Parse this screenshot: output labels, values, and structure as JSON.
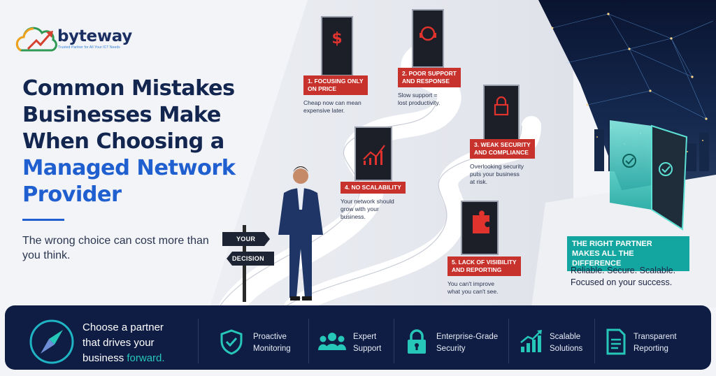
{
  "brand": {
    "name": "byteway",
    "tagline": "Trusted Partner for All Your ICT Needs",
    "colors": {
      "navy": "#122650",
      "blue": "#1f5fcf",
      "red": "#c8322c",
      "teal": "#13a6a0",
      "footer": "#0f1d44"
    }
  },
  "hero": {
    "headline_lines": [
      "Common Mistakes",
      "Businesses Make",
      "When Choosing a",
      "Managed Network",
      "Provider"
    ],
    "subtitle": "The wrong choice can cost more than you think."
  },
  "signpost": {
    "top": "YOUR",
    "bottom": "DECISION"
  },
  "mistakes": [
    {
      "tag_line1": "1. FOCUSING ONLY",
      "tag_line2": "ON PRICE",
      "desc_line1": "Cheap now can mean",
      "desc_line2": "expensive later.",
      "desc_line3": "",
      "icon": "dollar-icon"
    },
    {
      "tag_line1": "2. POOR SUPPORT",
      "tag_line2": "AND RESPONSE",
      "desc_line1": "Slow support =",
      "desc_line2": "lost productivity.",
      "desc_line3": "",
      "icon": "headset-icon"
    },
    {
      "tag_line1": "3. WEAK SECURITY",
      "tag_line2": "AND COMPLIANCE",
      "desc_line1": "Overlooking security",
      "desc_line2": "puts your business",
      "desc_line3": "at risk.",
      "icon": "lock-icon"
    },
    {
      "tag_line1": "4. NO SCALABILITY",
      "tag_line2": "",
      "desc_line1": "Your network should",
      "desc_line2": "grow with your",
      "desc_line3": "business.",
      "icon": "growth-chart-icon"
    },
    {
      "tag_line1": "5. LACK OF VISIBILITY",
      "tag_line2": "AND REPORTING",
      "desc_line1": "You can't improve",
      "desc_line2": "what you can't see.",
      "desc_line3": "",
      "icon": "puzzle-icon"
    }
  ],
  "right_partner": {
    "tag_line1": "THE RIGHT PARTNER",
    "tag_line2": "MAKES ALL THE DIFFERENCE",
    "desc_line1": "Reliable. Secure. Scalable.",
    "desc_line2": "Focused on your success."
  },
  "footer": {
    "cta_line1": "Choose a partner",
    "cta_line2": "that drives your",
    "cta_line3": "business",
    "cta_accent": "forward.",
    "features": [
      {
        "label": "Proactive\nMonitoring",
        "icon": "shield-check-icon"
      },
      {
        "label": "Expert\nSupport",
        "icon": "team-icon"
      },
      {
        "label": "Enterprise-Grade\nSecurity",
        "icon": "padlock-icon"
      },
      {
        "label": "Scalable\nSolutions",
        "icon": "bar-growth-icon"
      },
      {
        "label": "Transparent\nReporting",
        "icon": "report-document-icon"
      }
    ]
  }
}
